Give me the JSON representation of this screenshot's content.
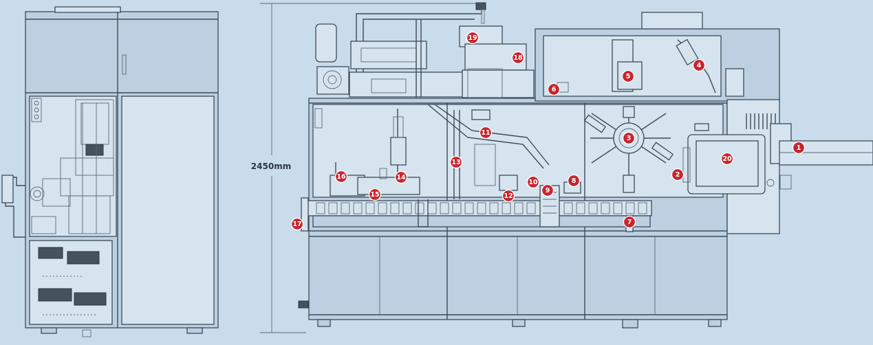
{
  "dimension": {
    "height_label": "2450mm"
  },
  "markers": [
    {
      "num": "1",
      "name": "marker-1"
    },
    {
      "num": "2",
      "name": "marker-2"
    },
    {
      "num": "3",
      "name": "marker-3"
    },
    {
      "num": "4",
      "name": "marker-4"
    },
    {
      "num": "5",
      "name": "marker-5"
    },
    {
      "num": "6",
      "name": "marker-6"
    },
    {
      "num": "7",
      "name": "marker-7"
    },
    {
      "num": "8",
      "name": "marker-8"
    },
    {
      "num": "9",
      "name": "marker-9"
    },
    {
      "num": "10",
      "name": "marker-10"
    },
    {
      "num": "11",
      "name": "marker-11"
    },
    {
      "num": "12",
      "name": "marker-12"
    },
    {
      "num": "13",
      "name": "marker-13"
    },
    {
      "num": "14",
      "name": "marker-14"
    },
    {
      "num": "15",
      "name": "marker-15"
    },
    {
      "num": "16",
      "name": "marker-16"
    },
    {
      "num": "17",
      "name": "marker-17"
    },
    {
      "num": "18",
      "name": "marker-18"
    },
    {
      "num": "19",
      "name": "marker-19"
    },
    {
      "num": "20",
      "name": "marker-20"
    }
  ],
  "colors": {
    "background": "#c9dceb",
    "line": "#3d4b58",
    "marker": "#c7262e"
  }
}
